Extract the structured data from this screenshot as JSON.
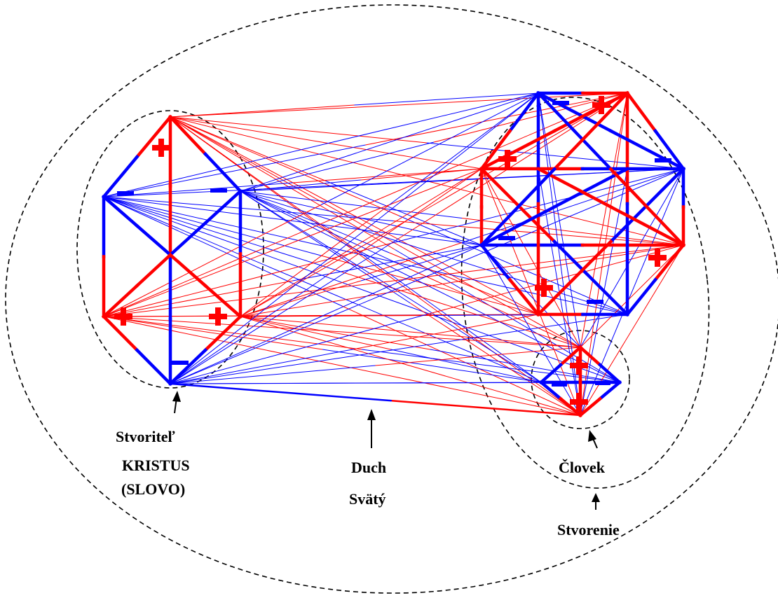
{
  "labels": {
    "creator_line1": "Stvoriteľ",
    "creator_line2": "KRISTUS",
    "creator_line3": "(SLOVO)",
    "spirit_line1": "Duch",
    "spirit_line2": "Svätý",
    "human": "Človek",
    "creation": "Stvorenie"
  },
  "symbols": {
    "plus": "+",
    "minus": "−"
  },
  "colors": {
    "positive": "#ff0000",
    "negative": "#0000ff",
    "outline": "#000000"
  }
}
